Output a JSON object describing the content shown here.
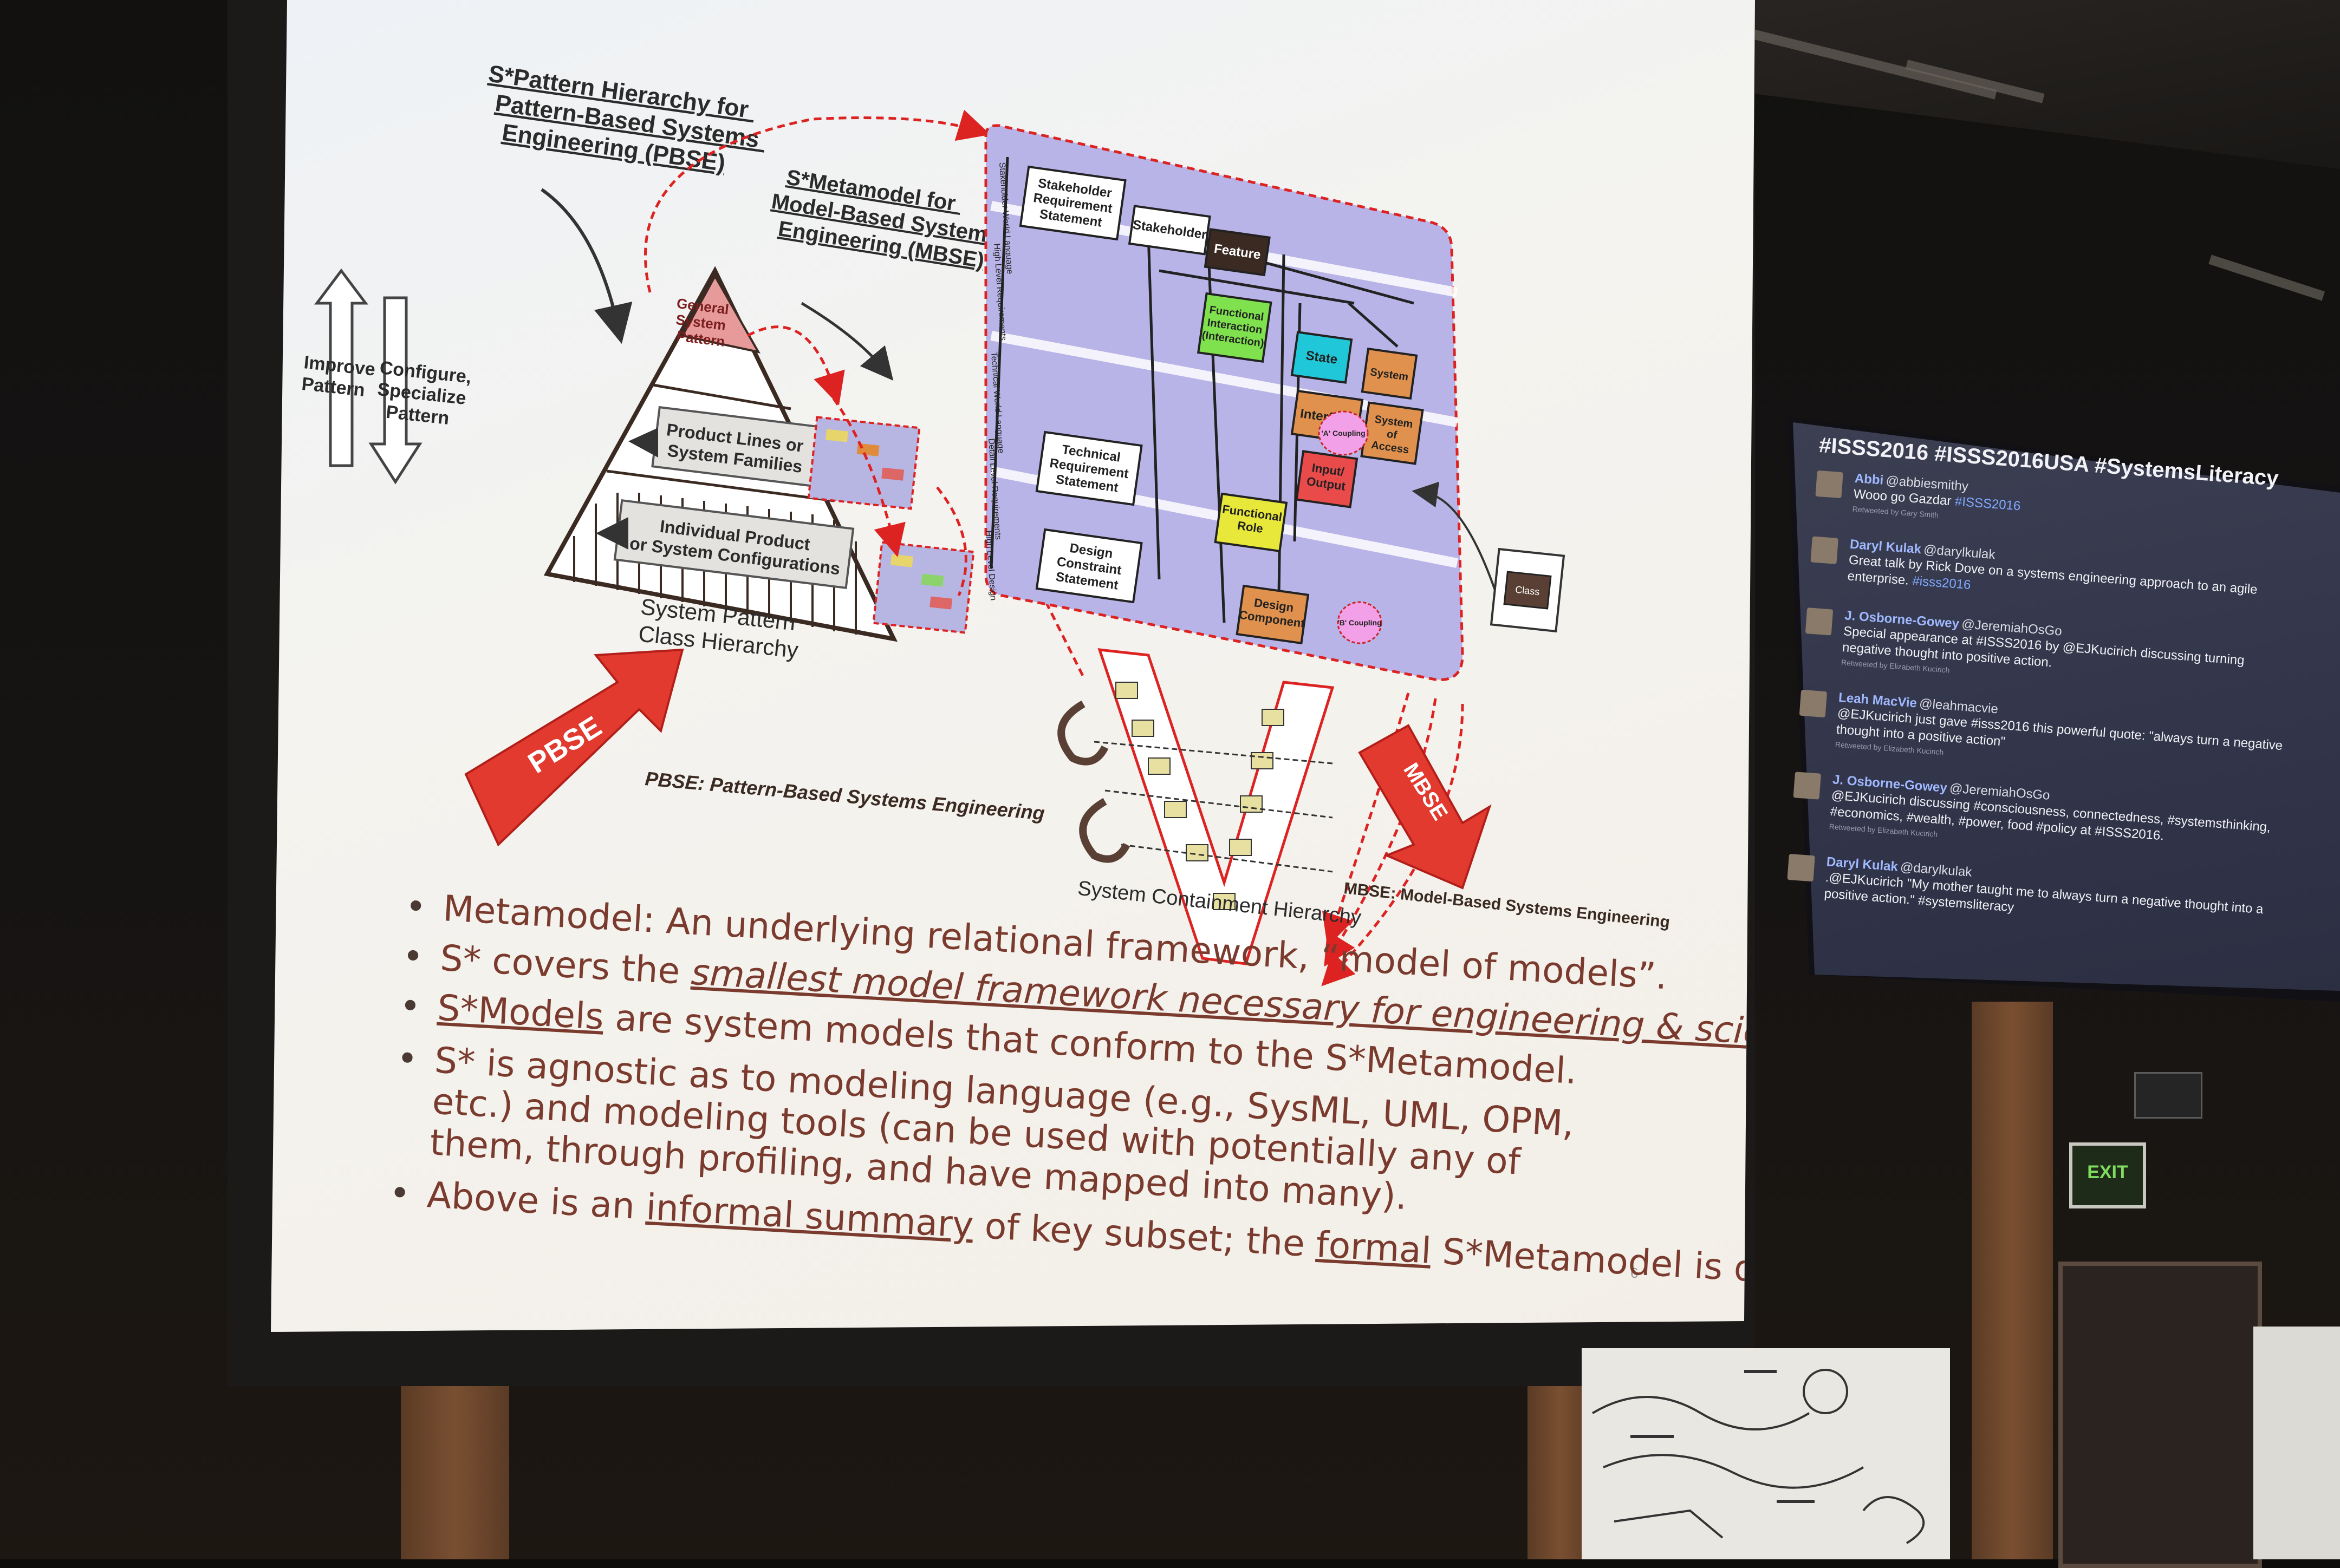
{
  "slide": {
    "pbse_heading": [
      "S*Pattern Hierarchy for",
      "Pattern-Based Systems",
      "Engineering (PBSE)"
    ],
    "mbse_heading": [
      "S*Metamodel for",
      "Model-Based Systems",
      "Engineering (MBSE)"
    ],
    "improve_label": [
      "Improve",
      "Pattern"
    ],
    "configure_label": [
      "Configure,",
      "Specialize",
      "Pattern"
    ],
    "pyramid_levels": {
      "top": [
        "General",
        "System",
        "Pattern"
      ],
      "middle": [
        "Product Lines or",
        "System Families"
      ],
      "bottom": [
        "Individual Product",
        "or System Configurations"
      ]
    },
    "pyramid_caption": [
      "System Pattern",
      "Class Hierarchy"
    ],
    "pbse_arrow": "PBSE",
    "mbse_arrow": "MBSE",
    "pbse_caption": "PBSE: Pattern-Based Systems Engineering",
    "mbse_caption": "MBSE: Model-Based Systems Engineering",
    "v_caption": "System Containment Hierarchy",
    "metamodel_boxes": {
      "stakeholder_requirement": [
        "Stakeholder",
        "Requirement",
        "Statement"
      ],
      "stakeholder": "Stakeholder",
      "feature": "Feature",
      "functional_interaction": [
        "Functional",
        "Interaction",
        "(Interaction)"
      ],
      "state": "State",
      "system": "System",
      "interface": "Interface",
      "system_of_access": [
        "System",
        "of",
        "Access"
      ],
      "input_output": [
        "Input/",
        "Output"
      ],
      "technical_requirement": [
        "Technical",
        "Requirement",
        "Statement"
      ],
      "functional_role": [
        "Functional",
        "Role"
      ],
      "design_constraint": [
        "Design",
        "Constraint",
        "Statement"
      ],
      "design_component": [
        "Design",
        "Component"
      ],
      "class": "Class",
      "coupling_a": "'A' Coupling",
      "coupling_b": "'B' Coupling"
    },
    "side_labels": [
      "Stakeholder World Language",
      "High Level Requirements",
      "Technical World Language",
      "Detail Level Requirements",
      "High Level Design"
    ],
    "bullets": [
      {
        "parts": [
          {
            "t": "Metamodel: An underlying relational framework, “model of models”."
          }
        ]
      },
      {
        "parts": [
          {
            "t": "S* covers the  "
          },
          {
            "t": "smallest model framework necessary for engineering & science purposes",
            "style": "u ital"
          },
          {
            "t": "."
          }
        ]
      },
      {
        "parts": [
          {
            "t": "S*Models",
            "style": "u"
          },
          {
            "t": " are system models that conform to the S*Metamodel."
          }
        ]
      },
      {
        "parts": [
          {
            "t": "S* is agnostic as to modeling language (e.g., SysML, UML, OPM, etc.) and modeling tools (can be used with potentially any of them, through profiling, and have mapped into many)."
          }
        ],
        "wrap": true
      },
      {
        "parts": [
          {
            "t": "Above is an "
          },
          {
            "t": "informal summary",
            "style": "u"
          },
          {
            "t": " of key subset; the "
          },
          {
            "t": "formal",
            "style": "u"
          },
          {
            "t": " S*Metamodel is described in UML."
          }
        ]
      }
    ],
    "page_number": "6"
  },
  "twitter": {
    "header": "#ISSS2016 #ISSS2016USA #SystemsLiteracy",
    "tweets": [
      {
        "name": "Abbi",
        "handle": "@abbiesmithy",
        "text": "Wooo go Gazdar ",
        "tag": "#ISSS2016",
        "meta": "Retweeted by Gary Smith"
      },
      {
        "name": "Daryl Kulak",
        "handle": "@darylkulak",
        "text": "Great talk by Rick Dove on a systems engineering approach to an agile enterprise. ",
        "tag": "#isss2016",
        "meta": ""
      },
      {
        "name": "J. Osborne-Gowey",
        "handle": "@JeremiahOsGo",
        "text": "Special appearance at #ISSS2016 by @EJKucirich discussing turning negative thought into positive action.",
        "tag": "",
        "meta": "Retweeted by Elizabeth Kucirich"
      },
      {
        "name": "Leah MacVie",
        "handle": "@leahmacvie",
        "text": "@EJKucirich just gave #isss2016 this powerful quote: \"always turn a negative thought into a positive action\"",
        "tag": "",
        "meta": "Retweeted by Elizabeth Kucirich"
      },
      {
        "name": "J. Osborne-Gowey",
        "handle": "@JeremiahOsGo",
        "text": "@EJKucirich discussing #consciousness, connectedness, #systemsthinking, #economics, #wealth, #power, food #policy at #ISSS2016.",
        "tag": "",
        "meta": "Retweeted by Elizabeth Kucirich"
      },
      {
        "name": "Daryl Kulak",
        "handle": "@darylkulak",
        "text": ".@EJKucirich \"My mother taught me to always turn a negative thought into a positive action.\" #systemsliteracy",
        "tag": "",
        "meta": ""
      }
    ]
  },
  "room": {
    "exit_sign": "EXIT"
  },
  "colors": {
    "slide_text": "#7a3b2e",
    "metamodel_bg": "#b9b4e8",
    "arrow_red": "#e23a2e",
    "pyramid_top": "#e79a9a",
    "twitter_bg": "#35384c"
  }
}
